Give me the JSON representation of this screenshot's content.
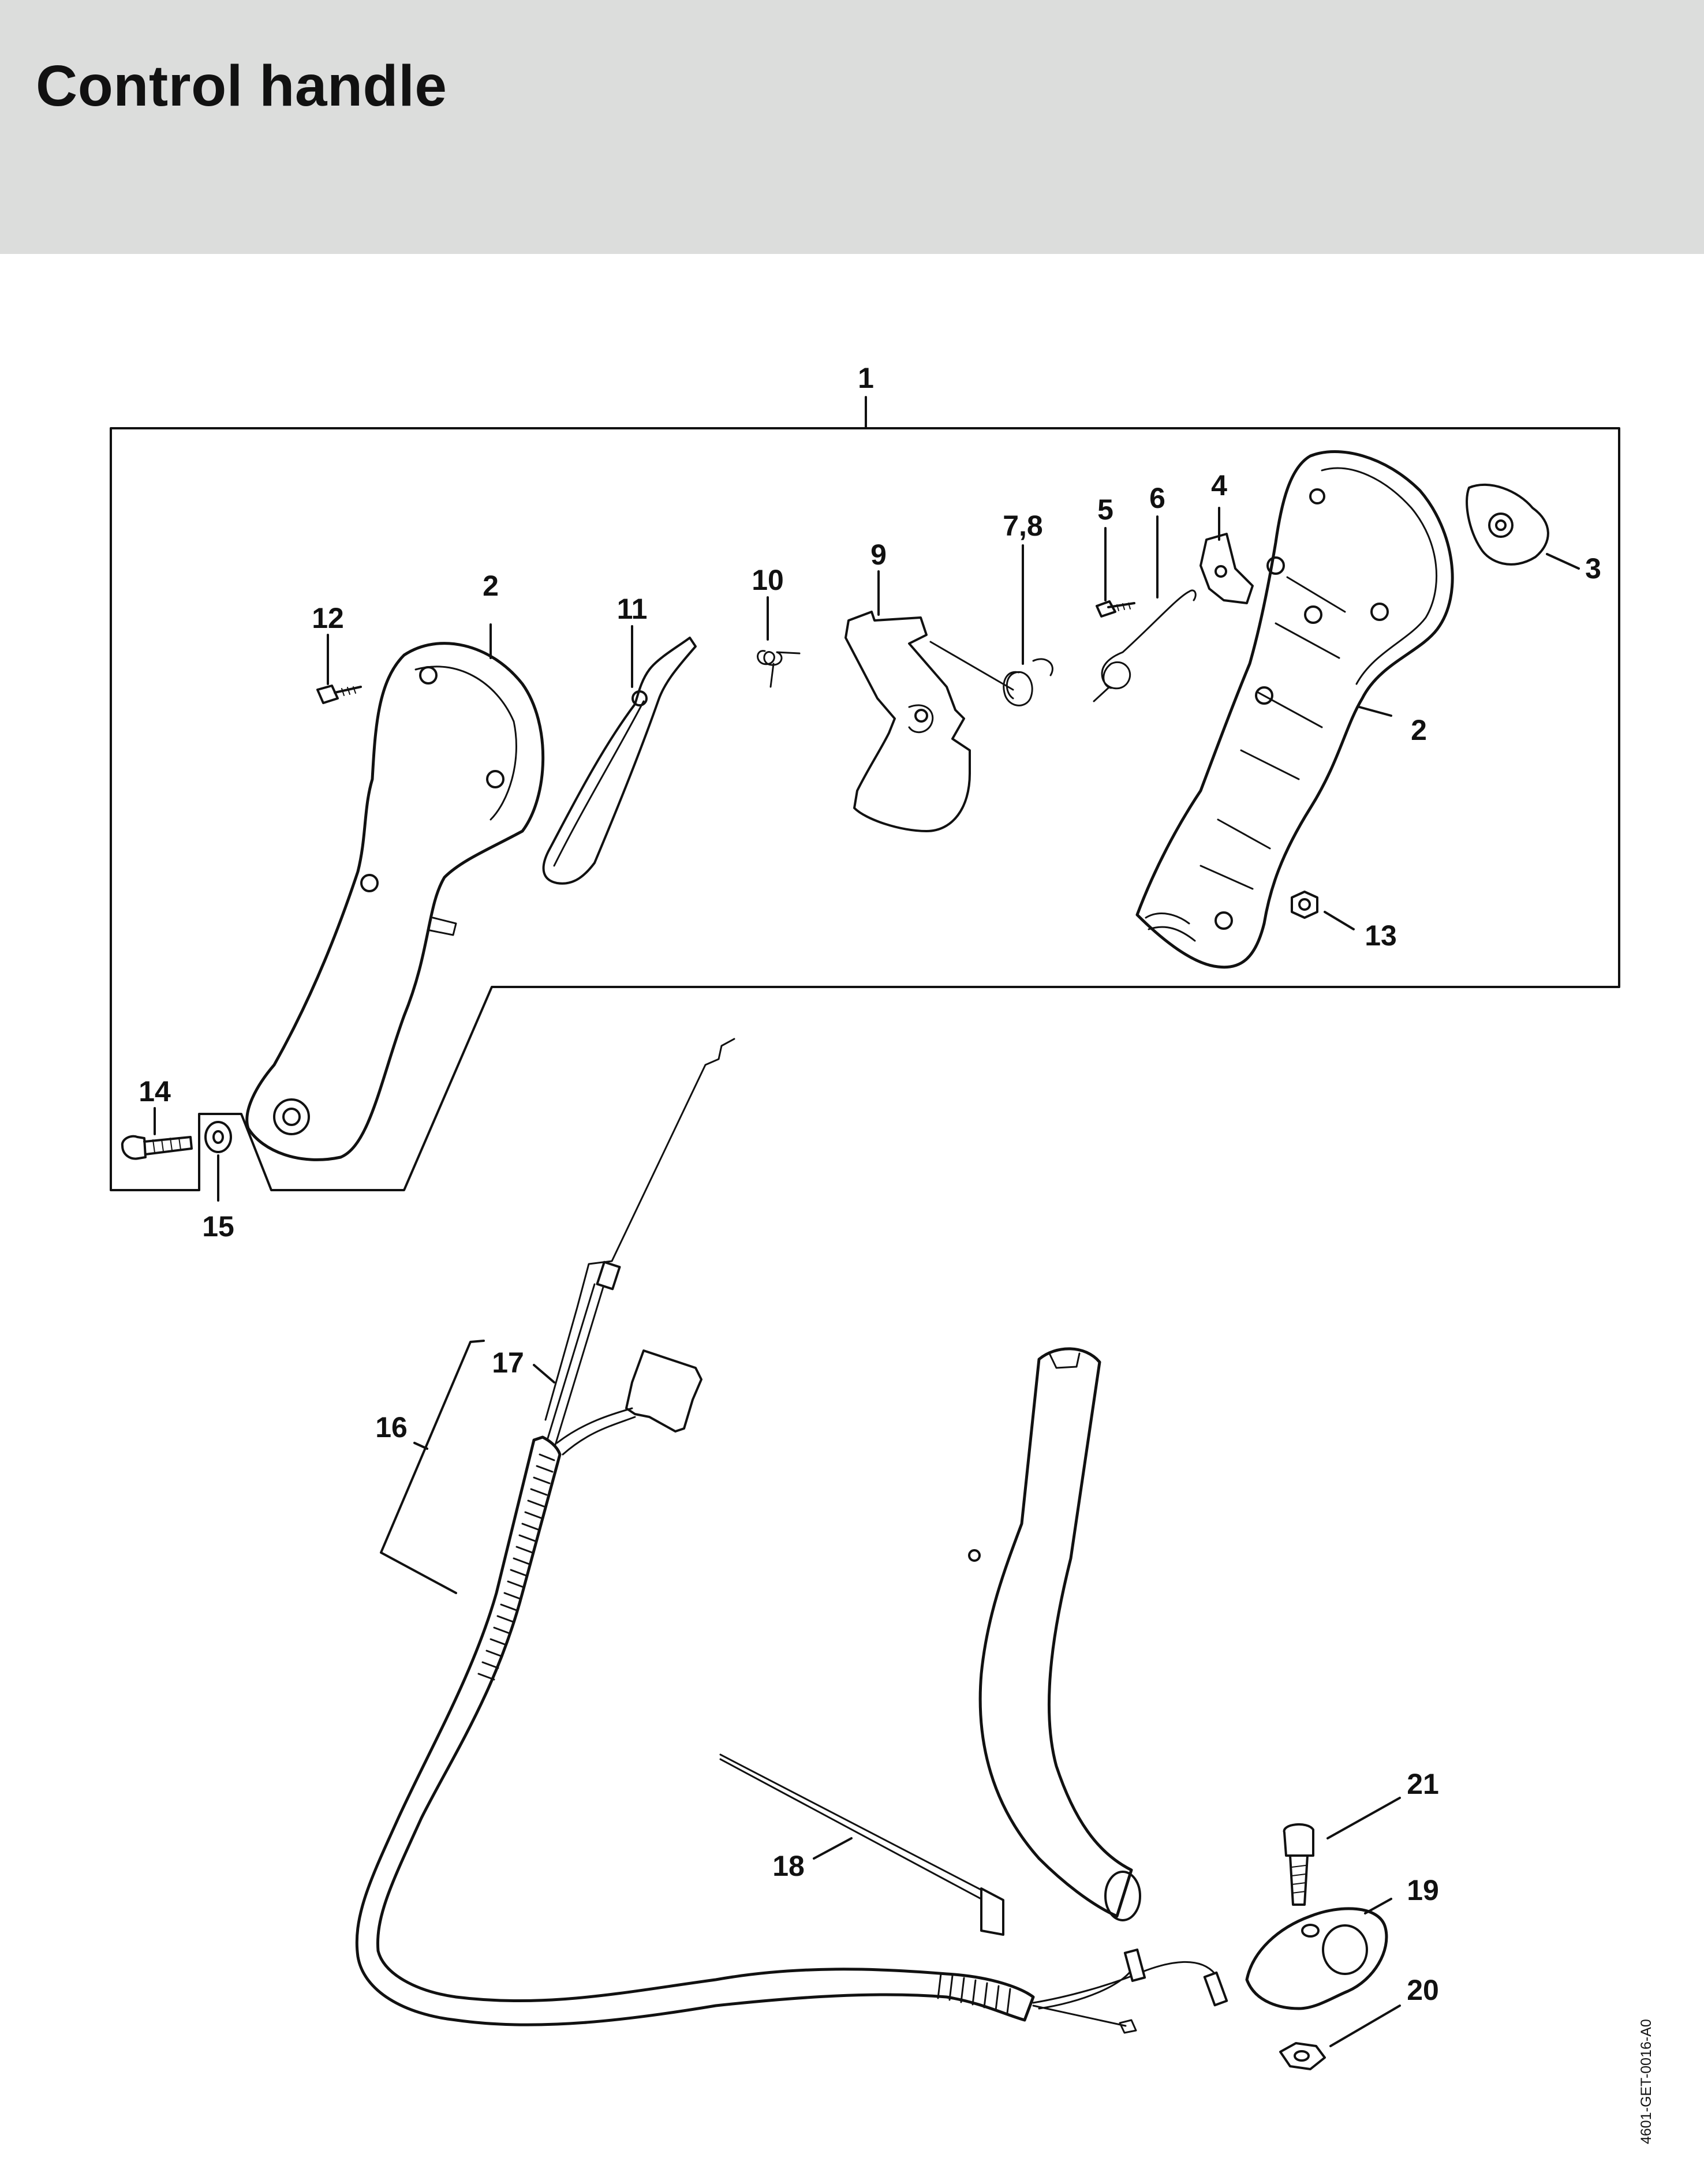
{
  "header": {
    "title": "Control handle"
  },
  "diagram": {
    "code": "4601-GET-0016-A0",
    "callouts": {
      "c1": "1",
      "c2a": "2",
      "c2b": "2",
      "c3": "3",
      "c4": "4",
      "c5": "5",
      "c6": "6",
      "c78": "7,8",
      "c9": "9",
      "c10": "10",
      "c11": "11",
      "c12": "12",
      "c13": "13",
      "c14": "14",
      "c15": "15",
      "c16": "16",
      "c17": "17",
      "c18": "18",
      "c19": "19",
      "c20": "20",
      "c21": "21"
    }
  },
  "colors": {
    "header_bg": "#dcdddc",
    "ink": "#111111",
    "paper": "#ffffff"
  }
}
